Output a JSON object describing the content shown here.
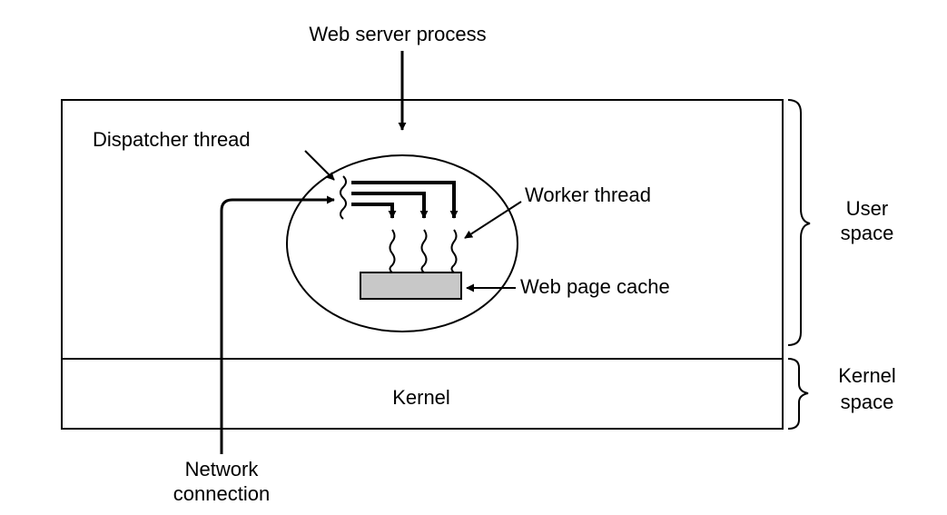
{
  "labels": {
    "web_server_process": "Web server process",
    "dispatcher_thread": "Dispatcher thread",
    "worker_thread": "Worker thread",
    "web_page_cache": "Web page cache",
    "user_space": [
      "User",
      "space"
    ],
    "kernel": "Kernel",
    "kernel_space": [
      "Kernel",
      "space"
    ],
    "network_connection": [
      "Network",
      "connection"
    ]
  },
  "colors": {
    "stroke": "#000000",
    "cache_fill": "#c8c8c8",
    "background": "#ffffff"
  }
}
